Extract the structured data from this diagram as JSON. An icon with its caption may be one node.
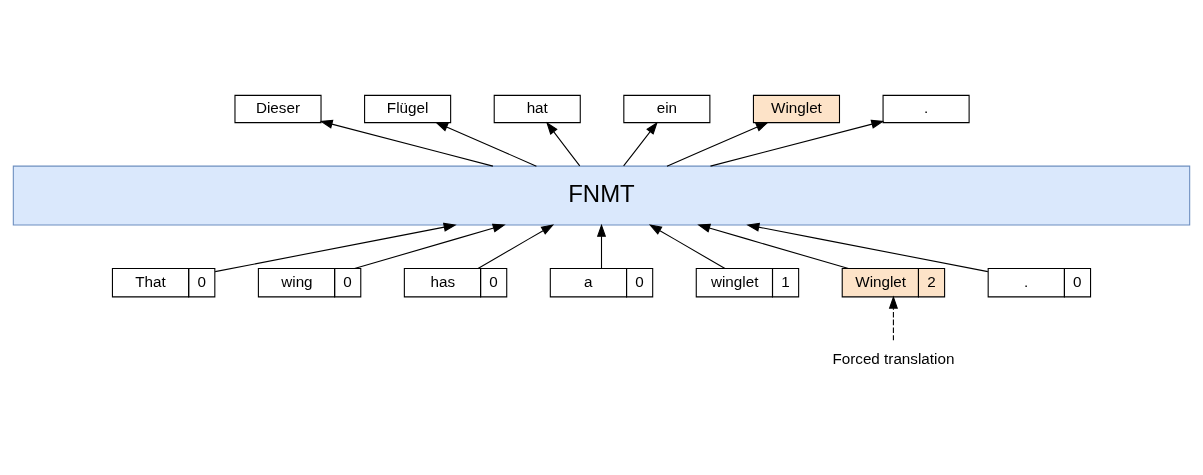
{
  "diagram": {
    "nodes": [
      {
        "text": [
          "Dieser"
        ]
      },
      {
        "text": [
          "Flügel"
        ]
      },
      {
        "text": [
          "hat"
        ]
      },
      {
        "text": [
          "ein"
        ]
      },
      {
        "text": [
          "Winglet"
        ]
      },
      {
        "text": [
          "."
        ]
      },
      {
        "text": [
          "FNMT"
        ]
      },
      {
        "text": [
          "That",
          "0"
        ]
      },
      {
        "text": [
          "wing",
          "0"
        ]
      },
      {
        "text": [
          "has",
          "0"
        ]
      },
      {
        "text": [
          "a",
          "0"
        ]
      },
      {
        "text": [
          "winglet",
          "1"
        ]
      },
      {
        "text": [
          "Winglet",
          "2"
        ]
      },
      {
        "text": [
          ".",
          "0"
        ]
      },
      {
        "text": [
          "Forced translation"
        ]
      }
    ],
    "edges": [
      {
        "from": 6,
        "to": 0,
        "arrow": "to"
      },
      {
        "from": 6,
        "to": 1,
        "arrow": "to"
      },
      {
        "from": 6,
        "to": 2,
        "arrow": "to"
      },
      {
        "from": 6,
        "to": 3,
        "arrow": "to"
      },
      {
        "from": 6,
        "to": 4,
        "arrow": "to"
      },
      {
        "from": 6,
        "to": 5,
        "arrow": "to"
      },
      {
        "from": 7,
        "to": 6,
        "arrow": "to"
      },
      {
        "from": 8,
        "to": 6,
        "arrow": "to"
      },
      {
        "from": 9,
        "to": 6,
        "arrow": "to"
      },
      {
        "from": 10,
        "to": 6,
        "arrow": "to"
      },
      {
        "from": 11,
        "to": 6,
        "arrow": "to"
      },
      {
        "from": 12,
        "to": 6,
        "arrow": "to"
      },
      {
        "from": 13,
        "to": 6,
        "arrow": "to"
      },
      {
        "from": 14,
        "to": 12,
        "arrow": "to",
        "style": "dashed"
      }
    ]
  }
}
